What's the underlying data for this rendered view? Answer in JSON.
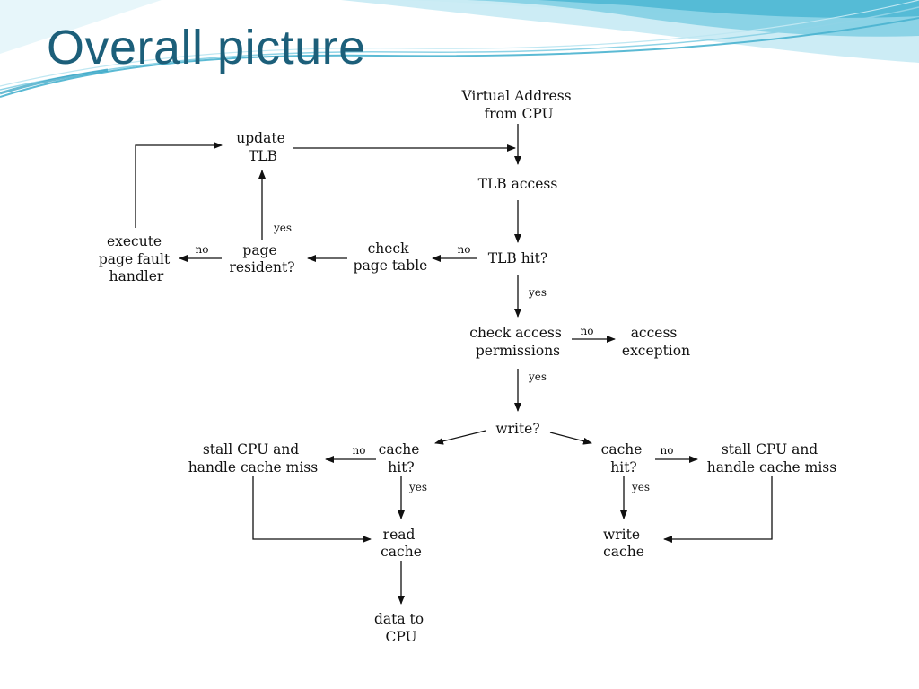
{
  "slide": {
    "title": "Overall picture",
    "accent_color": "#1c5f7a",
    "wave_colors": [
      "#5fc3dc",
      "#9ad9ea",
      "#d7f0f7"
    ]
  },
  "diagram": {
    "nodes": {
      "virtual_address": [
        "Virtual Address",
        "from CPU"
      ],
      "update_tlb": [
        "update",
        "TLB"
      ],
      "tlb_access": [
        "TLB access"
      ],
      "execute_handler": [
        "execute",
        "page fault",
        "handler"
      ],
      "page_resident": [
        "page",
        "resident?"
      ],
      "check_page_table": [
        "check",
        "page table"
      ],
      "tlb_hit": [
        "TLB hit?"
      ],
      "check_access": [
        "check access",
        "permissions"
      ],
      "access_exception": [
        "access",
        "exception"
      ],
      "write_q": [
        "write?"
      ],
      "stall_left": [
        "stall CPU and",
        "handle cache miss"
      ],
      "cache_hit_left": [
        "cache",
        "hit?"
      ],
      "cache_hit_right": [
        "cache",
        "hit?"
      ],
      "stall_right": [
        "stall CPU and",
        "handle cache miss"
      ],
      "read_cache": [
        "read",
        "cache"
      ],
      "write_cache": [
        "write",
        "cache"
      ],
      "data_to_cpu": [
        "data to",
        "CPU"
      ]
    },
    "edge_labels": {
      "resident_yes": "yes",
      "resident_no": "no",
      "tlb_no": "no",
      "tlb_yes": "yes",
      "perm_no": "no",
      "perm_yes": "yes",
      "cache_left_no": "no",
      "cache_left_yes": "yes",
      "cache_right_no": "no",
      "cache_right_yes": "yes"
    }
  }
}
